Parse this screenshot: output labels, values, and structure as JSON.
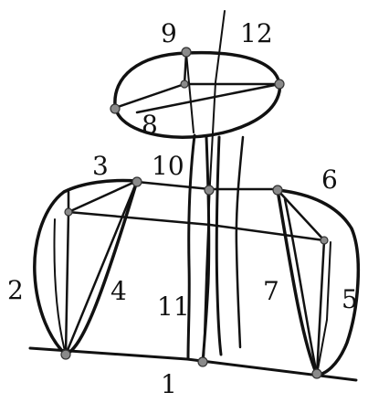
{
  "labels": {
    "l1": "1",
    "l2": "2",
    "l3": "3",
    "l4": "4",
    "l5": "5",
    "l6": "6",
    "l7": "7",
    "l8": "8",
    "l9": "9",
    "l10": "10",
    "l11": "11",
    "l12": "12"
  },
  "colors": {
    "ink": "#111111",
    "point": "#8a8a8a"
  }
}
